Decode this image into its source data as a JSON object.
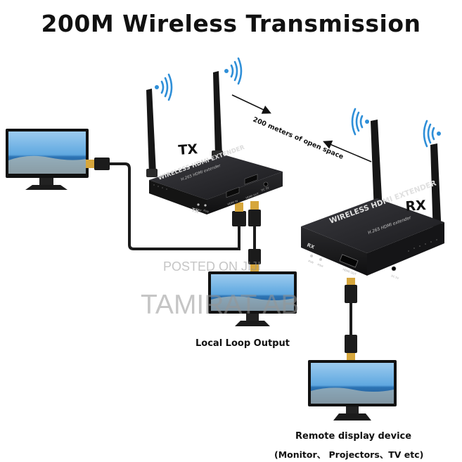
{
  "title": "200M Wireless Transmission",
  "tx": {
    "badge": "TX",
    "device_label": "WIRELESS HDMI EXTENDER",
    "device_sublabel": "H.265 HDMI extender",
    "panel_label": "TX",
    "port_hdmi_in": "HDMI IN",
    "port_hdmi_out": "HDMI OUT",
    "port_dc": "DC 5V",
    "led_power": "POW",
    "led_run": "RUN"
  },
  "rx": {
    "badge": "RX",
    "device_label": "WIRELESS HDMI EXTENDER",
    "device_sublabel": "H.265 HDMI extender",
    "panel_label": "RX",
    "port_hdmi_out": "HDMI OUT",
    "port_dc": "DC 5V",
    "led_run": "RUN",
    "led_power": "POW"
  },
  "range_label": "200 meters of open space",
  "local_output_label": "Local Loop Output",
  "remote_label": "Remote display device",
  "remote_sublabel": "(Monitor、 Projectors、TV etc)",
  "watermark": {
    "line1": "POSTED ON JIJI",
    "line2": "TAMIRAT AB"
  },
  "icons": [
    "wifi-signal-icon",
    "hdmi-plug-icon",
    "monitor-icon",
    "antenna-icon"
  ],
  "colors": {
    "device": "#1c1c1e",
    "device_top": "#2a2a2e",
    "signal": "#2f8fd8",
    "hdmi_gold": "#d6a63c",
    "screen_sky": "#5fa8e0",
    "screen_sea": "#1f5f9a"
  }
}
